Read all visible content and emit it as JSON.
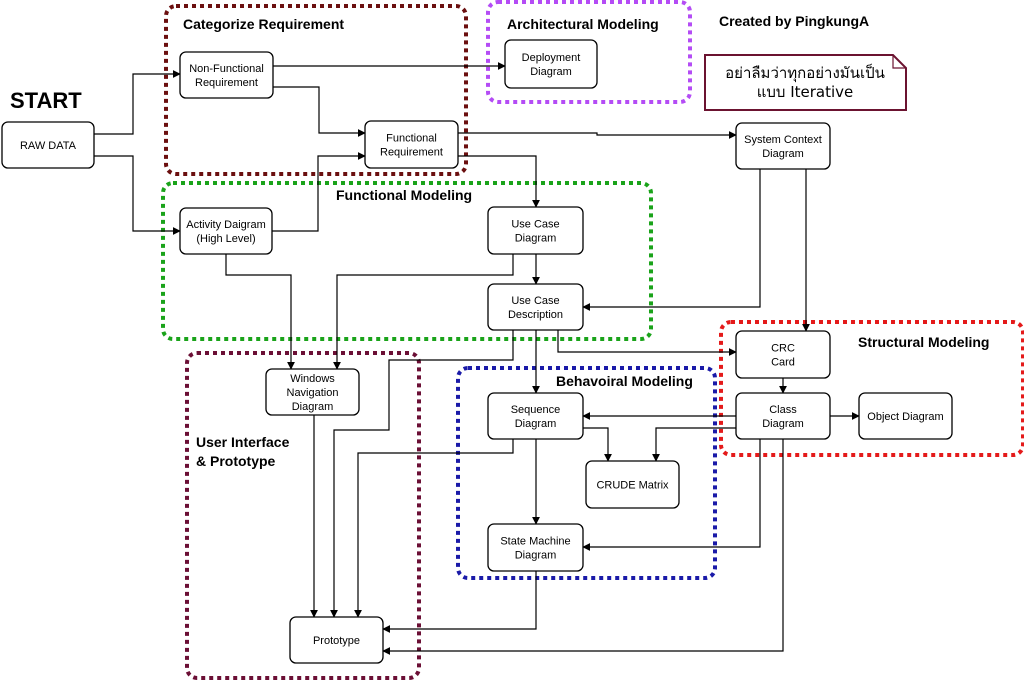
{
  "start_label": "START",
  "credit": "Created by PingkungA",
  "note": {
    "lines": [
      "อย่าลืมว่าทุกอย่างมันเป็น",
      "แบบ Iterative"
    ],
    "border_color": "#6b1330"
  },
  "groups": [
    {
      "id": "categorize",
      "title": "Categorize Requirement",
      "color": "#6b0f0f"
    },
    {
      "id": "architectural",
      "title": "Architectural Modeling",
      "color": "#b44cf5"
    },
    {
      "id": "functional",
      "title": "Functional Modeling",
      "color": "#1aa31a"
    },
    {
      "id": "ui",
      "title_lines": [
        "User Interface",
        "& Prototype"
      ],
      "color": "#6b0f35"
    },
    {
      "id": "behavioral",
      "title": "Behavoiral Modeling",
      "color": "#1a1aa8"
    },
    {
      "id": "structural",
      "title": "Structural Modeling",
      "color": "#e41a1a"
    }
  ],
  "nodes": [
    {
      "id": "raw",
      "lines": [
        "RAW DATA"
      ]
    },
    {
      "id": "nfr",
      "lines": [
        "Non-Functional",
        "Requirement"
      ]
    },
    {
      "id": "fr",
      "lines": [
        "Functional",
        "Requirement"
      ]
    },
    {
      "id": "deploy",
      "lines": [
        "Deployment",
        "Diagram"
      ]
    },
    {
      "id": "context",
      "lines": [
        "System Context",
        "Diagram"
      ]
    },
    {
      "id": "activity",
      "lines": [
        "Activity Daigram",
        "(High Level)"
      ]
    },
    {
      "id": "usecase",
      "lines": [
        "Use Case",
        "Diagram"
      ]
    },
    {
      "id": "ucdesc",
      "lines": [
        "Use Case",
        "Description"
      ]
    },
    {
      "id": "crc",
      "lines": [
        "CRC",
        "Card"
      ]
    },
    {
      "id": "class",
      "lines": [
        "Class",
        "Diagram"
      ]
    },
    {
      "id": "object",
      "lines": [
        "Object Diagram"
      ]
    },
    {
      "id": "winnav",
      "lines": [
        "Windows",
        "Navigation",
        "Diagram"
      ]
    },
    {
      "id": "sequence",
      "lines": [
        "Sequence",
        "Diagram"
      ]
    },
    {
      "id": "crude",
      "lines": [
        "CRUDE Matrix"
      ]
    },
    {
      "id": "state",
      "lines": [
        "State Machine",
        "Diagram"
      ]
    },
    {
      "id": "prototype",
      "lines": [
        "Prototype"
      ]
    }
  ],
  "edges": [
    {
      "from": "raw",
      "to": "nfr"
    },
    {
      "from": "raw",
      "to": "activity"
    },
    {
      "from": "nfr",
      "to": "deploy"
    },
    {
      "from": "nfr",
      "to": "fr"
    },
    {
      "from": "activity",
      "to": "fr"
    },
    {
      "from": "fr",
      "to": "context"
    },
    {
      "from": "fr",
      "to": "usecase"
    },
    {
      "from": "context",
      "to": "ucdesc"
    },
    {
      "from": "context",
      "to": "crc"
    },
    {
      "from": "ucdesc",
      "to": "crc"
    },
    {
      "from": "crc",
      "to": "class"
    },
    {
      "from": "class",
      "to": "object"
    },
    {
      "from": "class",
      "to": "sequence"
    },
    {
      "from": "class",
      "to": "crude"
    },
    {
      "from": "class",
      "to": "state"
    },
    {
      "from": "class",
      "to": "prototype"
    },
    {
      "from": "usecase",
      "to": "winnav"
    },
    {
      "from": "activity",
      "to": "winnav"
    },
    {
      "from": "usecase",
      "to": "ucdesc"
    },
    {
      "from": "ucdesc",
      "to": "sequence"
    },
    {
      "from": "ucdesc",
      "to": "prototype"
    },
    {
      "from": "sequence",
      "to": "crude"
    },
    {
      "from": "sequence",
      "to": "state"
    },
    {
      "from": "sequence",
      "to": "prototype"
    },
    {
      "from": "state",
      "to": "prototype"
    },
    {
      "from": "winnav",
      "to": "prototype"
    }
  ]
}
